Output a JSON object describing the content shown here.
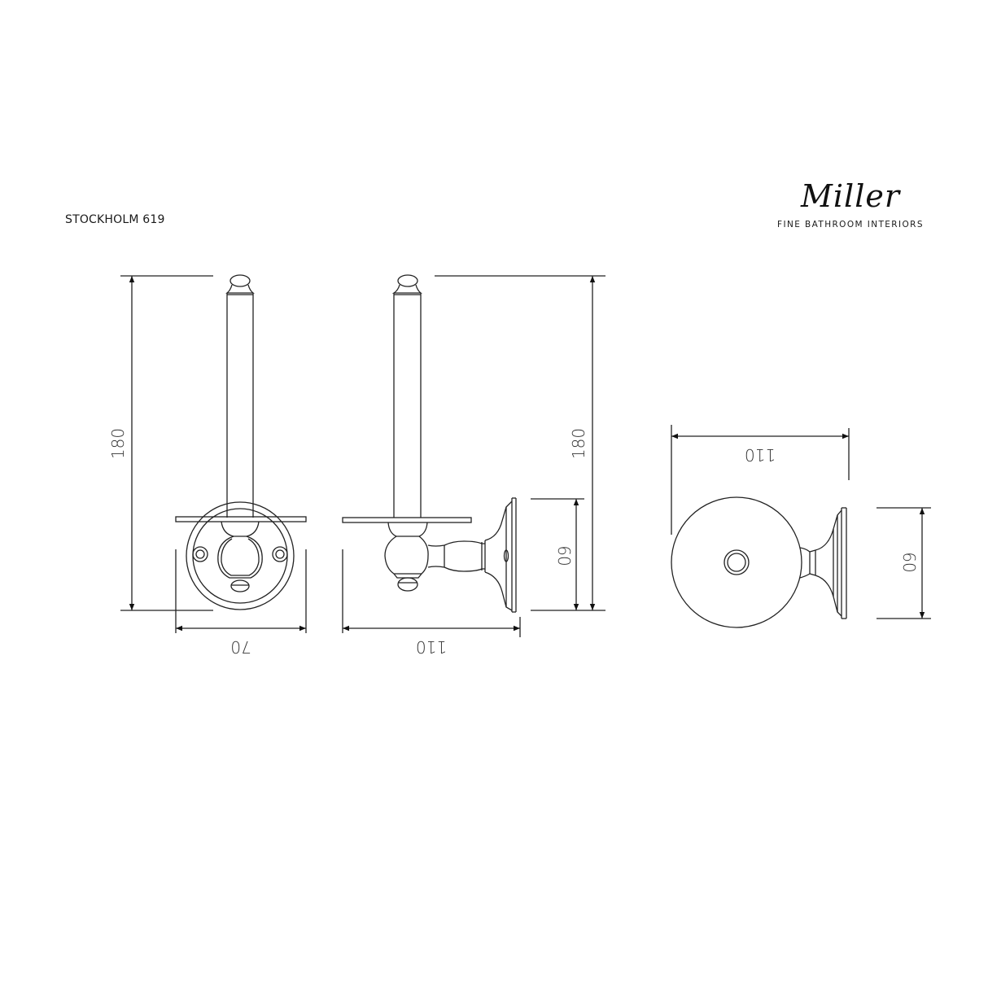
{
  "header": {
    "product_title": "STOCKHOLM 619",
    "brand": {
      "name": "Miller",
      "tagline": "FINE BATHROOM INTERIORS"
    }
  },
  "views": {
    "front": {
      "height_label": "180",
      "width_label": "70"
    },
    "side": {
      "height_label": "180",
      "depth_label": "110",
      "backplate_label": "60"
    },
    "top": {
      "width_label": "110",
      "backplate_label": "60"
    }
  },
  "colors": {
    "line": "#222222",
    "background": "#ffffff"
  }
}
